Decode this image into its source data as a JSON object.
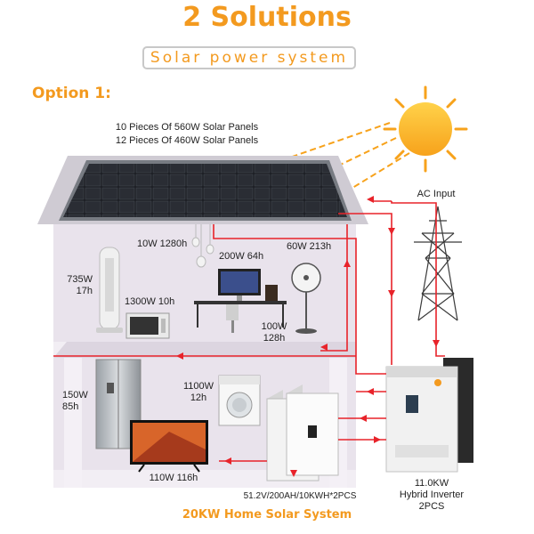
{
  "header": {
    "title": "2 Solutions",
    "subtitle": "Solar power system",
    "option": "Option 1:"
  },
  "panels": {
    "line1": "10 Pieces Of 560W Solar Panels",
    "line2": "12 Pieces Of 460W Solar Panels"
  },
  "ac_input": "AC Input",
  "appliances": {
    "lamp": "10W 1280h",
    "computer": "200W 64h",
    "fan": "60W 213h",
    "tower_fan_power": "735W",
    "tower_fan_hours": "17h",
    "microwave": "1300W 10h",
    "speaker_power": "100W",
    "speaker_hours": "128h",
    "fridge_power": "150W",
    "fridge_hours": "85h",
    "washer_power": "1100W",
    "washer_hours": "12h",
    "tv": "110W 116h"
  },
  "battery": {
    "spec": "51.2V/200AH/10KWH*2PCS"
  },
  "inverter": {
    "power": "11.0KW",
    "name": "Hybrid Inverter",
    "qty": "2PCS"
  },
  "footer": "20KW Home Solar System",
  "colors": {
    "accent": "#f39a1f",
    "wire": "#e8232a",
    "house": "#e9e3ec"
  }
}
